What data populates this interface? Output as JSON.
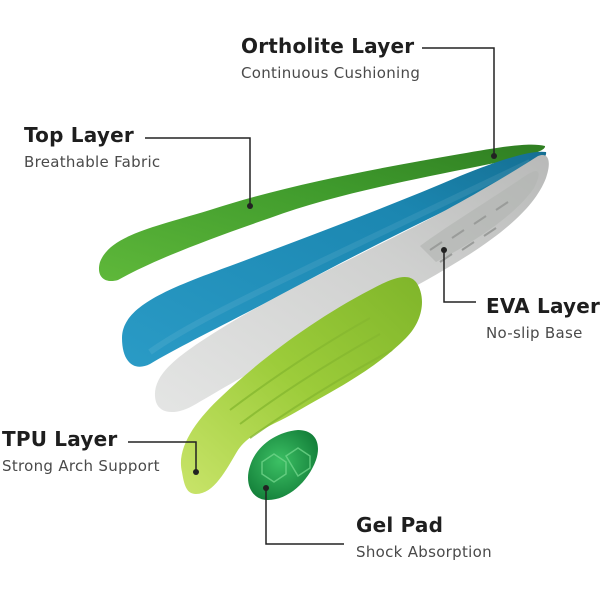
{
  "colors": {
    "top_layer": "#3f9a2c",
    "ortholite_layer": "#1f8fb8",
    "eva_layer": "#cfd0cf",
    "tpu_layer": "#9ccc3a",
    "gel_pad": "#1f9a3c",
    "leader_line": "#222222"
  },
  "labels": {
    "ortholite": {
      "title": "Ortholite Layer",
      "subtitle": "Continuous Cushioning"
    },
    "top": {
      "title": "Top Layer",
      "subtitle": "Breathable Fabric"
    },
    "eva": {
      "title": "EVA Layer",
      "subtitle": "No-slip Base"
    },
    "tpu": {
      "title": "TPU Layer",
      "subtitle": "Strong Arch Support"
    },
    "gel": {
      "title": "Gel Pad",
      "subtitle": "Shock Absorption"
    }
  }
}
